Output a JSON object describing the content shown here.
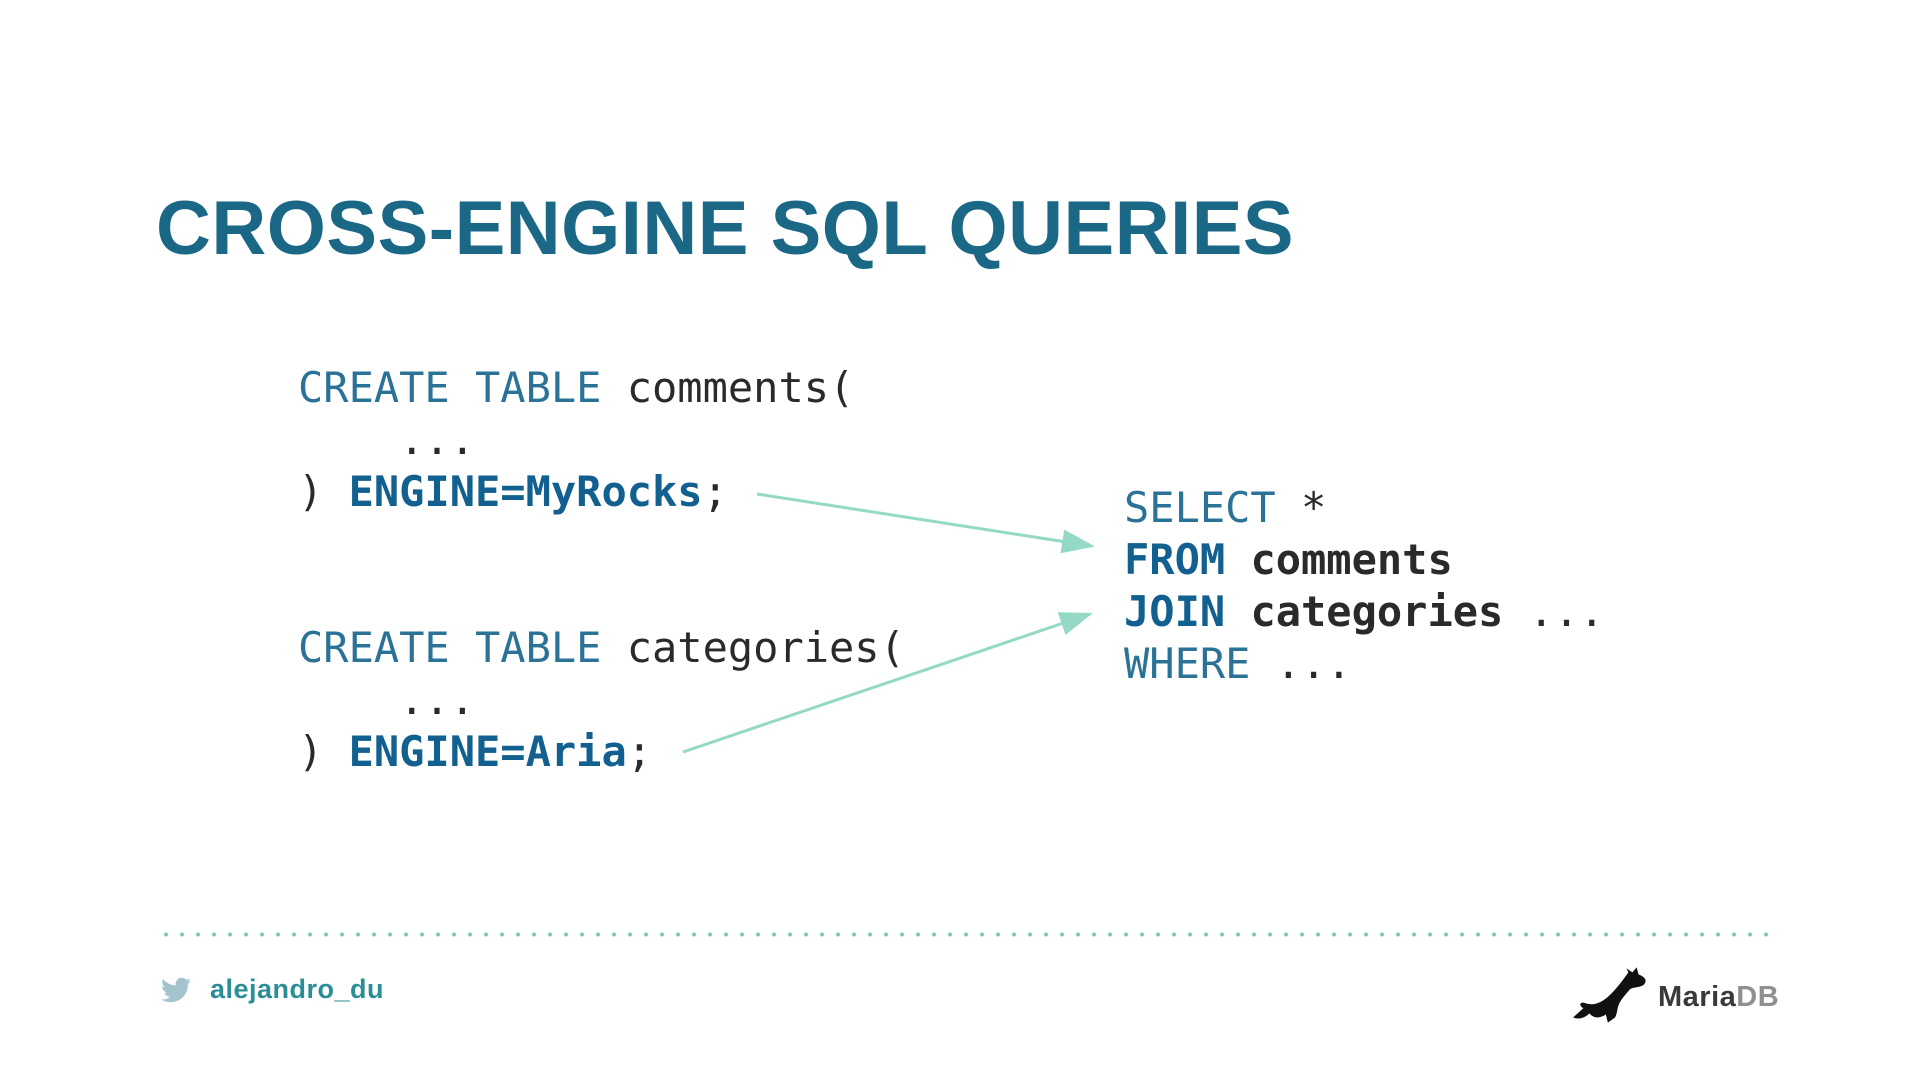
{
  "slide": {
    "title": "CROSS-ENGINE SQL QUERIES"
  },
  "code_left": {
    "lines": [
      {
        "segments": [
          {
            "text": "CREATE TABLE",
            "style": "keyword"
          },
          {
            "text": " comments(",
            "style": "plain"
          }
        ]
      },
      {
        "segments": [
          {
            "text": "    ...",
            "style": "plain"
          }
        ]
      },
      {
        "segments": [
          {
            "text": ") ",
            "style": "plain"
          },
          {
            "text": "ENGINE=MyRocks",
            "style": "keyword-bold"
          },
          {
            "text": ";",
            "style": "plain"
          }
        ]
      },
      {
        "segments": [
          {
            "text": "",
            "style": "plain"
          }
        ]
      },
      {
        "segments": [
          {
            "text": "",
            "style": "plain"
          }
        ]
      },
      {
        "segments": [
          {
            "text": "CREATE TABLE",
            "style": "keyword"
          },
          {
            "text": " categories(",
            "style": "plain"
          }
        ]
      },
      {
        "segments": [
          {
            "text": "    ...",
            "style": "plain"
          }
        ]
      },
      {
        "segments": [
          {
            "text": ") ",
            "style": "plain"
          },
          {
            "text": "ENGINE=Aria",
            "style": "keyword-bold"
          },
          {
            "text": ";",
            "style": "plain"
          }
        ]
      }
    ]
  },
  "code_right": {
    "lines": [
      {
        "segments": [
          {
            "text": "SELECT",
            "style": "keyword"
          },
          {
            "text": " *",
            "style": "plain"
          }
        ]
      },
      {
        "segments": [
          {
            "text": "FROM",
            "style": "keyword-bold"
          },
          {
            "text": " comments",
            "style": "plain-bold"
          }
        ]
      },
      {
        "segments": [
          {
            "text": "JOIN",
            "style": "keyword-bold"
          },
          {
            "text": " categories",
            "style": "plain-bold"
          },
          {
            "text": " ...",
            "style": "plain"
          }
        ]
      },
      {
        "segments": [
          {
            "text": "WHERE",
            "style": "keyword"
          },
          {
            "text": " ...",
            "style": "plain"
          }
        ]
      }
    ]
  },
  "arrows": [
    {
      "from": "ENGINE=MyRocks",
      "to": "FROM comments"
    },
    {
      "from": "ENGINE=Aria",
      "to": "JOIN categories"
    }
  ],
  "footer": {
    "twitter_handle": "alejandro_du",
    "logo_maria": "Maria",
    "logo_db": "DB"
  },
  "colors": {
    "background": "#ffffff",
    "title": "#1a6786",
    "keyword": "#2a7397",
    "keyword_bold": "#12608f",
    "code_text": "#2a2a2a",
    "arrow": "#93d9c6",
    "dotted_rule": "#7cc4c0",
    "handle": "#2b8e96",
    "twitter_icon": "#a3c3cd",
    "logo_maria": "#3a3a3a",
    "logo_db": "#8f8f8f"
  }
}
